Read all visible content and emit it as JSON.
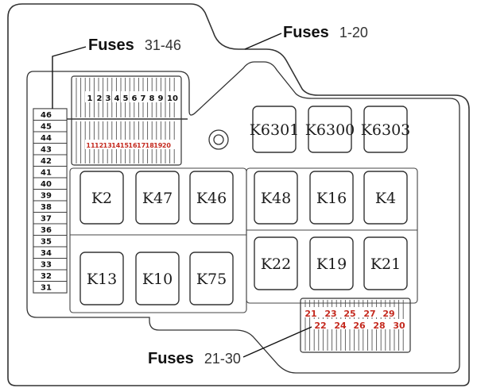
{
  "callouts": {
    "fuses_31_46": {
      "word": "Fuses",
      "range": "31-46"
    },
    "fuses_1_20": {
      "word": "Fuses",
      "range": "1-20"
    },
    "fuses_21_30": {
      "word": "Fuses",
      "range": "21-30"
    }
  },
  "fuse_row_top": [
    "1",
    "2",
    "3",
    "4",
    "5",
    "6",
    "7",
    "8",
    "9",
    "10"
  ],
  "fuse_row_bottom": [
    "11",
    "12",
    "13",
    "14",
    "15",
    "16",
    "17",
    "18",
    "19",
    "20"
  ],
  "fuses_21_30_top": [
    "21",
    "23",
    "25",
    "27",
    "29"
  ],
  "fuses_21_30_bottom": [
    "22",
    "24",
    "26",
    "28",
    "30"
  ],
  "side_fuses": [
    "46",
    "45",
    "44",
    "43",
    "42",
    "41",
    "40",
    "39",
    "38",
    "37",
    "36",
    "35",
    "34",
    "33",
    "32",
    "31"
  ],
  "relays": {
    "top": [
      "K6301",
      "K6300",
      "K6303"
    ],
    "row1": [
      "K2",
      "K47",
      "K46",
      "K48",
      "K16",
      "K4"
    ],
    "row2": [
      "K13",
      "K10",
      "K75",
      "K22",
      "K19",
      "K21"
    ]
  },
  "colors": {
    "line": "#333333",
    "red_labels": "#c42a1f"
  }
}
